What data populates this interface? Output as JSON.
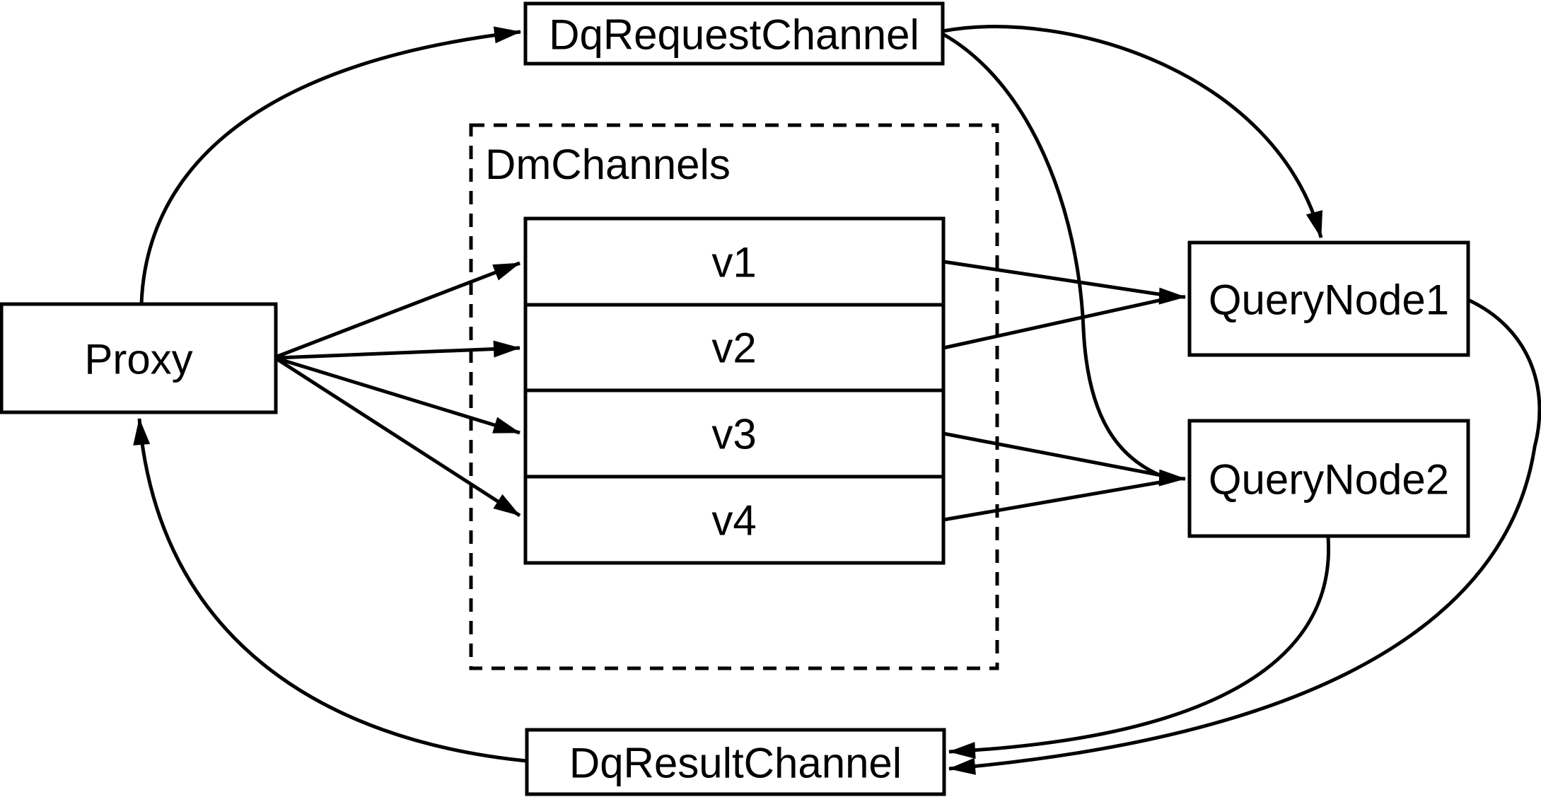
{
  "nodes": {
    "proxy": {
      "label": "Proxy"
    },
    "dq_request_channel": {
      "label": "DqRequestChannel"
    },
    "dm_channels_group": {
      "label": "DmChannels"
    },
    "channels": [
      {
        "label": "v1"
      },
      {
        "label": "v2"
      },
      {
        "label": "v3"
      },
      {
        "label": "v4"
      }
    ],
    "query_node_1": {
      "label": "QueryNode1"
    },
    "query_node_2": {
      "label": "QueryNode2"
    },
    "dq_result_channel": {
      "label": "DqResultChannel"
    }
  },
  "edges": [
    {
      "from": "Proxy",
      "to": "DqRequestChannel"
    },
    {
      "from": "Proxy",
      "to": "v1"
    },
    {
      "from": "Proxy",
      "to": "v2"
    },
    {
      "from": "Proxy",
      "to": "v3"
    },
    {
      "from": "Proxy",
      "to": "v4"
    },
    {
      "from": "v1",
      "to": "QueryNode1"
    },
    {
      "from": "v2",
      "to": "QueryNode1"
    },
    {
      "from": "v3",
      "to": "QueryNode2"
    },
    {
      "from": "v4",
      "to": "QueryNode2"
    },
    {
      "from": "DqRequestChannel",
      "to": "QueryNode1"
    },
    {
      "from": "DqRequestChannel",
      "to": "QueryNode2"
    },
    {
      "from": "QueryNode1",
      "to": "DqResultChannel"
    },
    {
      "from": "QueryNode2",
      "to": "DqResultChannel"
    },
    {
      "from": "DqResultChannel",
      "to": "Proxy"
    }
  ],
  "colors": {
    "stroke": "#000000",
    "background": "#ffffff",
    "text": "#000000"
  }
}
